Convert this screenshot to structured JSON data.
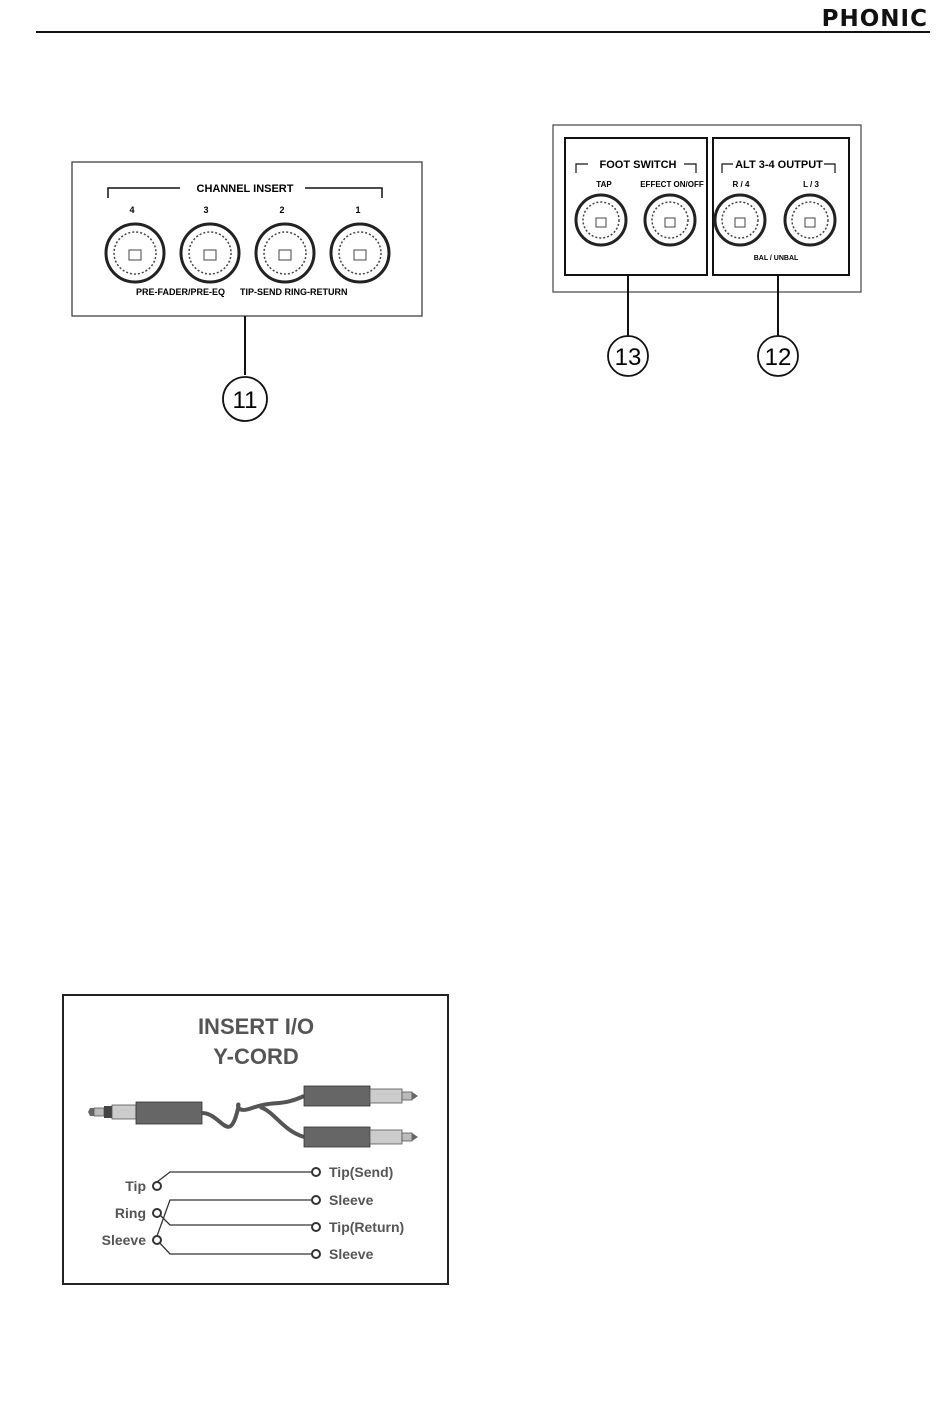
{
  "header": {
    "brand": "PHONIC"
  },
  "channel_insert_panel": {
    "title": "CHANNEL INSERT",
    "jack_numbers": [
      "4",
      "3",
      "2",
      "1"
    ],
    "footer_left": "PRE-FADER/PRE-EQ",
    "footer_right": "TIP-SEND RING-RETURN",
    "callout": "11"
  },
  "rear_panel": {
    "foot_switch": {
      "title": "FOOT SWITCH",
      "jack_labels": [
        "TAP",
        "EFFECT ON/OFF"
      ],
      "callout": "13"
    },
    "alt_output": {
      "title": "ALT 3-4 OUTPUT",
      "jack_labels": [
        "R / 4",
        "L / 3"
      ],
      "footer": "BAL / UNBAL",
      "callout": "12"
    }
  },
  "y_cord": {
    "title_line1": "INSERT I/O",
    "title_line2": "Y-CORD",
    "left_terminals": [
      "Tip",
      "Ring",
      "Sleeve"
    ],
    "right_terminals": [
      "Tip(Send)",
      "Sleeve",
      "Tip(Return)",
      "Sleeve"
    ]
  }
}
